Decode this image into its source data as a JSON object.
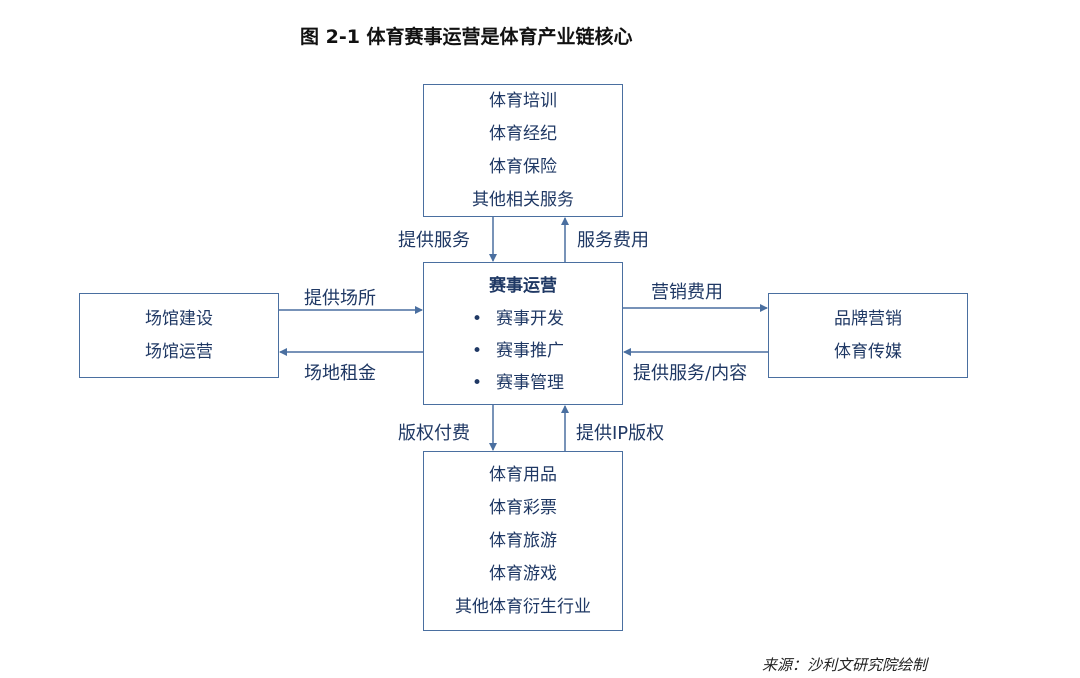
{
  "title": "图  2-1  体育赛事运营是体育产业链核心",
  "top_box": {
    "items": [
      "体育培训",
      "体育经纪",
      "体育保险",
      "其他相关服务"
    ]
  },
  "center_box": {
    "title": "赛事运营",
    "items": [
      "赛事开发",
      "赛事推广",
      "赛事管理"
    ]
  },
  "bottom_box": {
    "items": [
      "体育用品",
      "体育彩票",
      "体育旅游",
      "体育游戏",
      "其他体育衍生行业"
    ]
  },
  "left_box": {
    "items": [
      "场馆建设",
      "场馆运营"
    ]
  },
  "right_box": {
    "items": [
      "品牌营销",
      "体育传媒"
    ]
  },
  "edges": {
    "top_down": "提供服务",
    "top_up": "服务费用",
    "left_right": "提供场所",
    "right_left": "场地租金",
    "center_to_right": "营销费用",
    "right_to_center": "提供服务/内容",
    "bottom_down": "版权付费",
    "bottom_up": "提供IP版权"
  },
  "source": "来源：沙利文研究院绘制",
  "colors": {
    "line": "#4a6fa0",
    "text": "#1f3864"
  }
}
